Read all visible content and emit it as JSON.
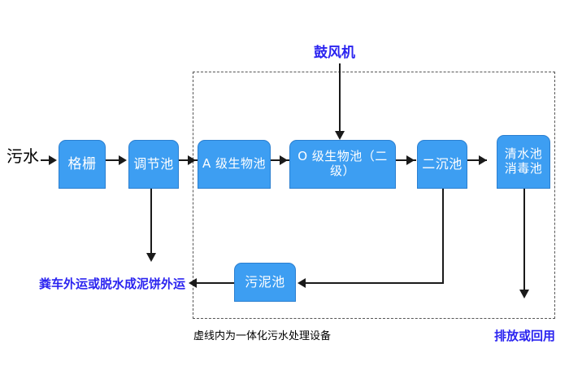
{
  "diagram": {
    "title_label": "鼓风机",
    "inlet_label": "污水",
    "caption": "虚线内为一体化污水处理设备",
    "sludge_disposal_label": "粪车外运或脱水成泥饼外运",
    "discharge_label": "排放或回用",
    "colors": {
      "node_fill": "#3d9ef2",
      "node_border": "#2b7fd0",
      "node_text": "#ffffff",
      "blue_text": "#2b24f0",
      "black_text": "#000000",
      "line": "#1a1a1a",
      "dashed_border": "#555555",
      "background": "#ffffff"
    },
    "nodes": [
      {
        "id": "grille",
        "label": "格栅"
      },
      {
        "id": "regulating",
        "label": "调节池"
      },
      {
        "id": "a-stage",
        "label": "A 级生物池"
      },
      {
        "id": "o-stage",
        "label": "O 级生物池（二级）"
      },
      {
        "id": "second-settle",
        "label": "二沉池"
      },
      {
        "id": "clean-water",
        "label": "清水池\n消毒池"
      },
      {
        "id": "sludge-tank",
        "label": "污泥池"
      }
    ],
    "connections": [
      {
        "from": "污水",
        "to": "格栅",
        "type": "arrow-right"
      },
      {
        "from": "格栅",
        "to": "调节池",
        "type": "arrow-right"
      },
      {
        "from": "调节池",
        "to": "A 级生物池",
        "type": "arrow-right"
      },
      {
        "from": "A 级生物池",
        "to": "O 级生物池（二级）",
        "type": "arrow-right"
      },
      {
        "from": "O 级生物池（二级）",
        "to": "二沉池",
        "type": "arrow-right"
      },
      {
        "from": "二沉池",
        "to": "清水池消毒池",
        "type": "arrow-right"
      },
      {
        "from": "鼓风机",
        "to": "O 级生物池（二级）",
        "type": "arrow-down"
      },
      {
        "from": "调节池",
        "to": "粪车外运或脱水成泥饼外运",
        "type": "arrow-down"
      },
      {
        "from": "二沉池",
        "to": "污泥池",
        "type": "arrow-left"
      },
      {
        "from": "污泥池",
        "to": "粪车外运或脱水成泥饼外运",
        "type": "arrow-left"
      },
      {
        "from": "清水池消毒池",
        "to": "排放或回用",
        "type": "arrow-down"
      }
    ]
  }
}
